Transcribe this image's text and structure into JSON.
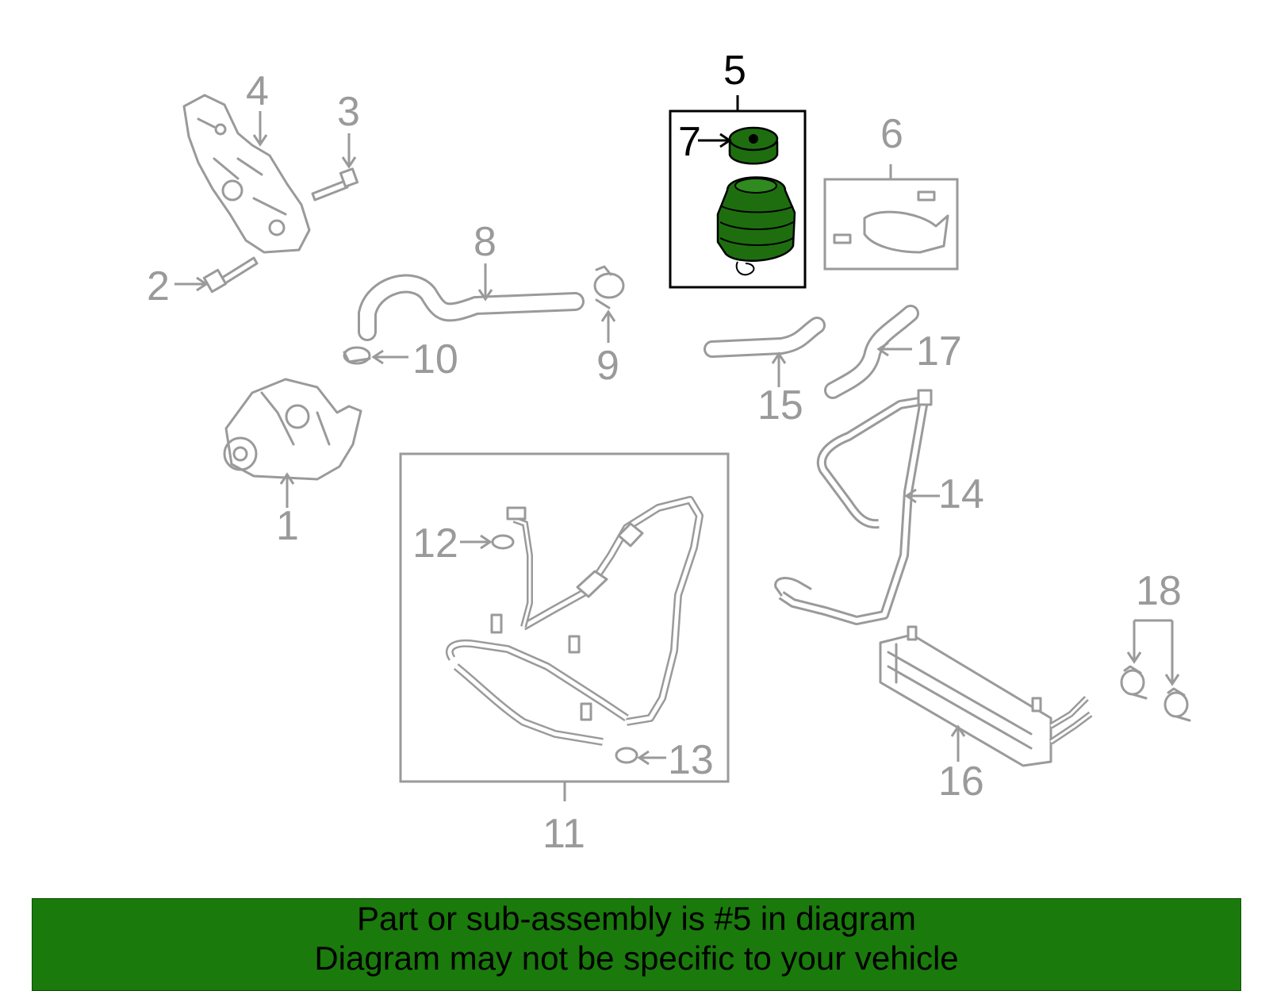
{
  "diagram": {
    "callouts": [
      {
        "id": "1",
        "label": "1"
      },
      {
        "id": "2",
        "label": "2"
      },
      {
        "id": "3",
        "label": "3"
      },
      {
        "id": "4",
        "label": "4"
      },
      {
        "id": "5",
        "label": "5"
      },
      {
        "id": "6",
        "label": "6"
      },
      {
        "id": "7",
        "label": "7"
      },
      {
        "id": "8",
        "label": "8"
      },
      {
        "id": "9",
        "label": "9"
      },
      {
        "id": "10",
        "label": "10"
      },
      {
        "id": "11",
        "label": "11"
      },
      {
        "id": "12",
        "label": "12"
      },
      {
        "id": "13",
        "label": "13"
      },
      {
        "id": "14",
        "label": "14"
      },
      {
        "id": "15",
        "label": "15"
      },
      {
        "id": "16",
        "label": "16"
      },
      {
        "id": "17",
        "label": "17"
      },
      {
        "id": "18",
        "label": "18"
      }
    ],
    "highlighted_part": "5",
    "colors": {
      "part_line": "#9a9a9a",
      "highlight_fill": "#1e6e10",
      "banner_bg": "#1a7a0c"
    }
  },
  "banner": {
    "line1": "Part or sub-assembly is #5 in diagram",
    "line2": "Diagram may not be specific to your vehicle"
  }
}
